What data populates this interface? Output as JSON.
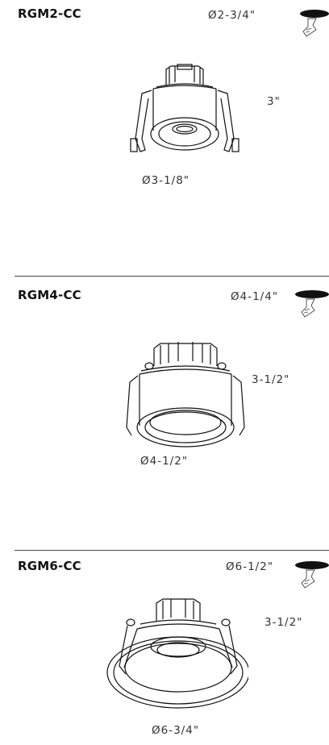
{
  "sections": [
    {
      "model": "RGM2-CC",
      "top_diameter": "Ø2-3/4\"",
      "height": "3\"",
      "bottom_diameter": "Ø3-1/8\""
    },
    {
      "model": "RGM4-CC",
      "top_diameter": "Ø4-1/4\"",
      "height": "3-1/2\"",
      "bottom_diameter": "Ø4-1/2\""
    },
    {
      "model": "RGM6-CC",
      "top_diameter": "Ø6-1/2\"",
      "height": "3-1/2\"",
      "bottom_diameter": "Ø6-3/4\""
    }
  ],
  "icons": {
    "ceiling_cutout": "ceiling-cutout-icon",
    "fixture": "downlight-fixture-drawing"
  }
}
